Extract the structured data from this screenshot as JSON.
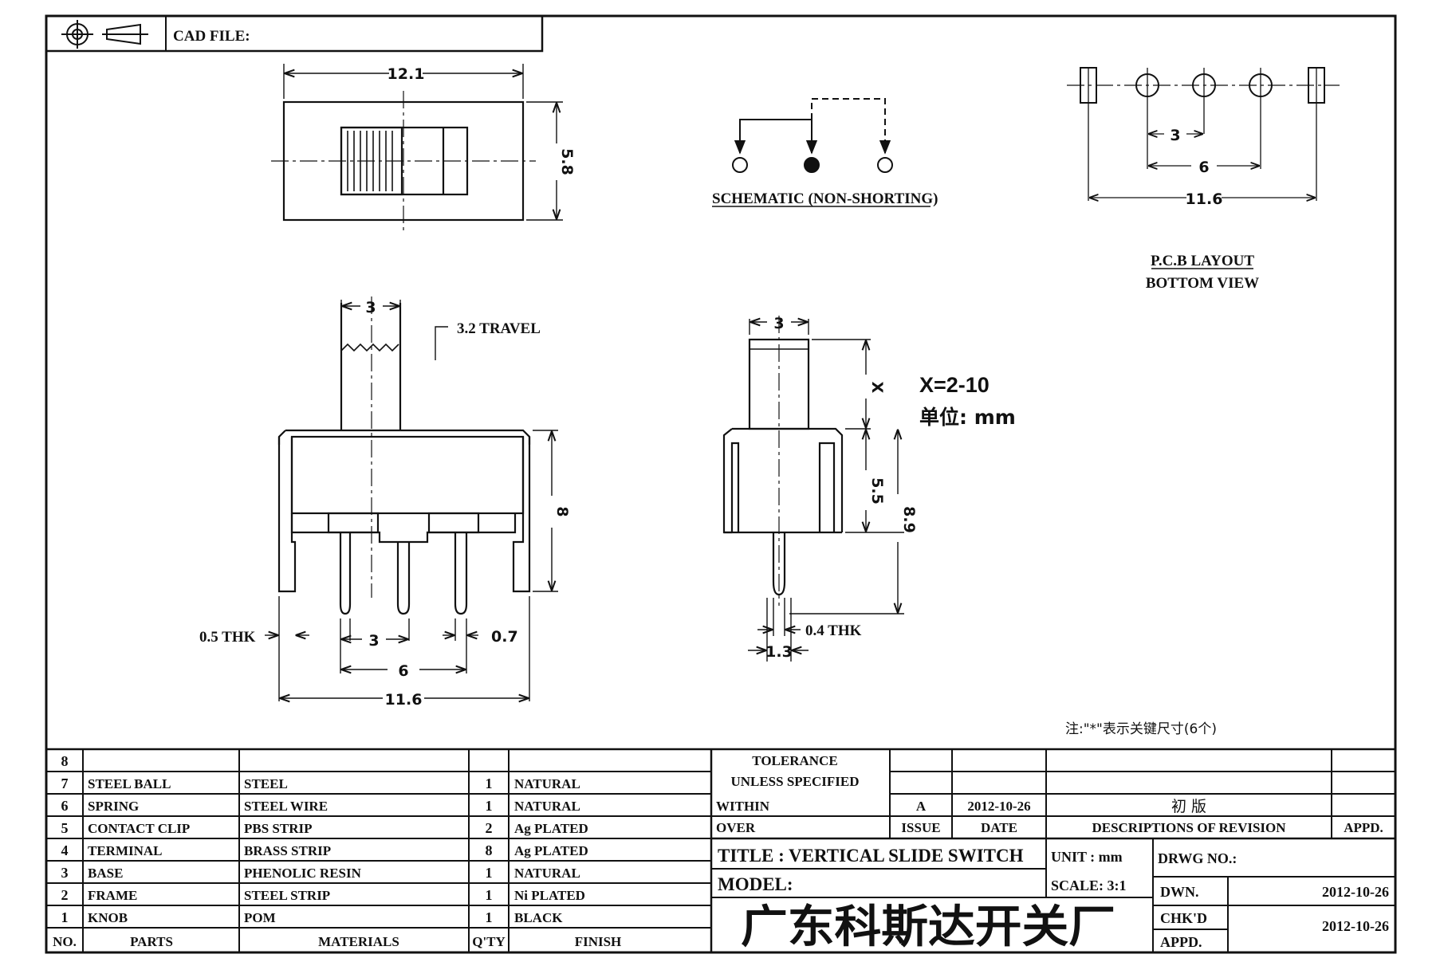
{
  "header": {
    "cad_file_label": "CAD FILE:"
  },
  "top_view": {
    "width_dim": "12.1",
    "height_dim": "5.8"
  },
  "schematic": {
    "label": "SCHEMATIC (NON-SHORTING)"
  },
  "pcb_layout": {
    "dim_pitch": "3",
    "dim_mid": "6",
    "dim_total": "11.6",
    "label_line1": "P.C.B LAYOUT",
    "label_line2": "BOTTOM VIEW"
  },
  "front_view": {
    "actuator_width": "3",
    "travel": "3.2 TRAVEL",
    "height": "8",
    "frame_thk": "0.5 THK",
    "pin_pitch": "3",
    "pin_width": "0.7",
    "pin_span": "6",
    "frame_span": "11.6"
  },
  "side_view": {
    "actuator_width": "3",
    "x_dim": "X",
    "body_height": "5.5",
    "total_height": "8.9",
    "pin_thk": "0.4 THK",
    "pin_width": "1.3"
  },
  "notes": {
    "x_range": "X=2-10",
    "unit_note": "单位: mm",
    "key_note": "注:\"*\"表示关键尺寸(6个)"
  },
  "parts_table": {
    "rows": [
      {
        "no": "8",
        "part": "",
        "material": "",
        "qty": "",
        "finish": ""
      },
      {
        "no": "7",
        "part": "STEEL BALL",
        "material": "STEEL",
        "qty": "1",
        "finish": "NATURAL"
      },
      {
        "no": "6",
        "part": "SPRING",
        "material": "STEEL WIRE",
        "qty": "1",
        "finish": "NATURAL"
      },
      {
        "no": "5",
        "part": "CONTACT CLIP",
        "material": "PBS STRIP",
        "qty": "2",
        "finish": "Ag PLATED"
      },
      {
        "no": "4",
        "part": "TERMINAL",
        "material": "BRASS STRIP",
        "qty": "8",
        "finish": "Ag PLATED"
      },
      {
        "no": "3",
        "part": "BASE",
        "material": "PHENOLIC RESIN",
        "qty": "1",
        "finish": "NATURAL"
      },
      {
        "no": "2",
        "part": "FRAME",
        "material": "STEEL STRIP",
        "qty": "1",
        "finish": "Ni PLATED"
      },
      {
        "no": "1",
        "part": "KNOB",
        "material": "POM",
        "qty": "1",
        "finish": "BLACK"
      }
    ],
    "header": {
      "no": "NO.",
      "part": "PARTS",
      "material": "MATERIALS",
      "qty": "Q'TY",
      "finish": "FINISH"
    }
  },
  "title_block": {
    "tolerance_line1": "TOLERANCE",
    "tolerance_line2": "UNLESS  SPECIFIED",
    "within": "WITHIN",
    "over": "OVER",
    "issue_value": "A",
    "issue_date": "2012-10-26",
    "revision_desc": "初    版",
    "issue_label": "ISSUE",
    "date_label": "DATE",
    "desc_label": "DESCRIPTIONS OF REVISION",
    "appd_label": "APPD.",
    "title": "TITLE :  VERTICAL SLIDE SWITCH",
    "unit": "UNIT :  mm",
    "drwg_no": "DRWG NO.:",
    "model": "MODEL:",
    "scale": "SCALE:  3:1",
    "dwn_label": "DWN.",
    "dwn_date": "2012-10-26",
    "chkd_label": "CHK'D",
    "chkd_date": "2012-10-26",
    "appd2_label": "APPD.",
    "company": "广东科斯达开关厂"
  }
}
